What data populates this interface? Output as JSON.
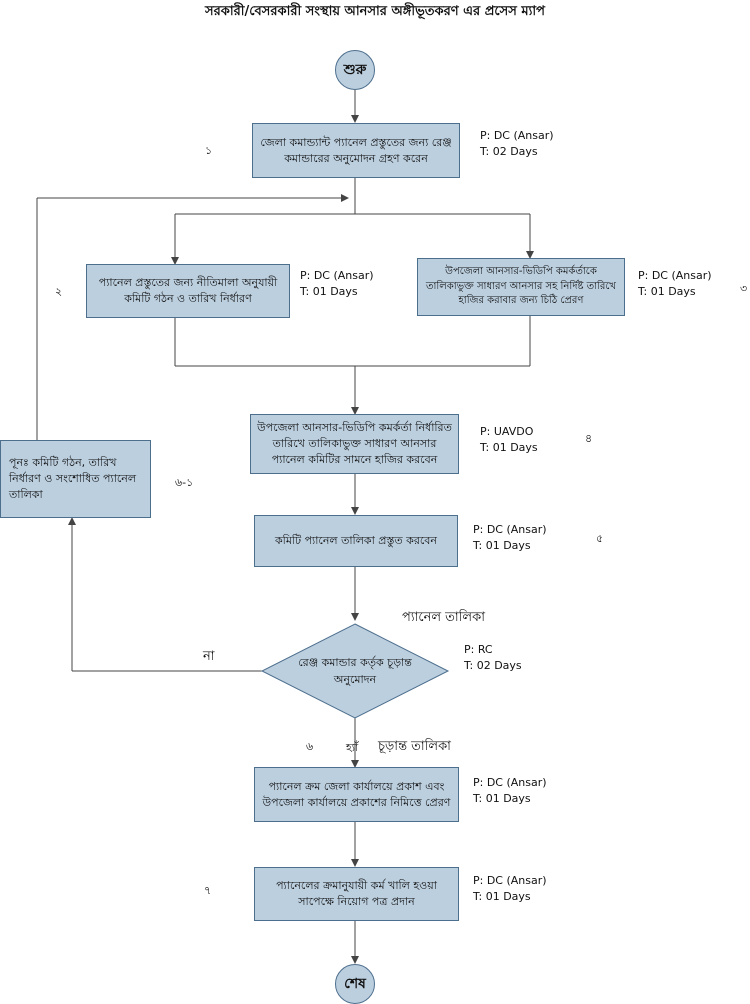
{
  "title": "সরকারী/বেসরকারী সংস্থায় আনসার অঙ্গীভূতকরণ এর প্রসেস ম্যাপ",
  "start": "শুরু",
  "end": "শেষ",
  "steps": [
    {
      "text": "জেলা কমান্ড্যান্ট প্যানেল প্রস্তুতের জন্য রেঞ্জ কমান্ডারের অনুমোদন গ্রহণ করেন",
      "p": "P: DC (Ansar)",
      "t": "T: 02 Days",
      "num": "১"
    },
    {
      "text": "প্যানেল প্রস্তুতের জন্য নীতিমালা অনুযায়ী কমিটি গঠন ও তারিখ নির্ধারণ",
      "p": "P: DC (Ansar)",
      "t": "T: 01 Days",
      "num": "২"
    },
    {
      "text": "উপজেলা আনসার-ভিডিপি কমর্কর্তাকে তালিকাভুক্ত সাধারণ আনসার সহ নির্দিষ্ট তারিখে হাজির করাবার জন্য চিঠি প্রেরণ",
      "p": "P: DC (Ansar)",
      "t": "T: 01 Days",
      "num": "৩"
    },
    {
      "text": "উপজেলা আনসার-ভিডিপি কমর্কর্তা নির্ধারিত তারিখে তালিকাভুক্ত সাধারণ আনসার প্যানেল কমিটির সামনে হাজির করবেন",
      "p": "P: UAVDO",
      "t": "T: 01 Days",
      "num": "৪"
    },
    {
      "text": "কমিটি প্যানেল তালিকা প্রস্তুত করবেন",
      "p": "P: DC (Ansar)",
      "t": "T: 01 Days",
      "num": "৫"
    },
    {
      "text": "রেঞ্জ কমান্ডার কর্তৃক চূড়ান্ত অনুমোদন",
      "p": "P: RC",
      "t": "T: 02 Days",
      "num": "৬"
    },
    {
      "text": "প্যানেল ক্রম জেলা কার্যালয়ে প্রকাশ এবং উপজেলা কার্যালয়ে প্রকাশের নিমিত্তে প্রেরণ",
      "p": "P: DC (Ansar)",
      "t": "T: 01 Days"
    },
    {
      "text": "প্যানেলের ক্রমানুযায়ী কর্ম খালি হওয়া সাপেক্ষে নিয়োগ পত্র প্রদান",
      "p": "P: DC (Ansar)",
      "t": "T: 01 Days",
      "num": "৭"
    }
  ],
  "rework": {
    "text": "পূনঃ কমিটি গঠন, তারিখ নির্ধারণ ও সংশোধিত প্যানেল তালিকা",
    "num": "৬-১"
  },
  "labels": {
    "panel_list": "প্যানেল তালিকা",
    "no": "না",
    "yes": "হ্যাঁ",
    "final_list": "চূড়ান্ত তালিকা"
  },
  "colors": {
    "fill": "#bccfdf",
    "border": "#4d6f8e",
    "line": "#444444"
  }
}
